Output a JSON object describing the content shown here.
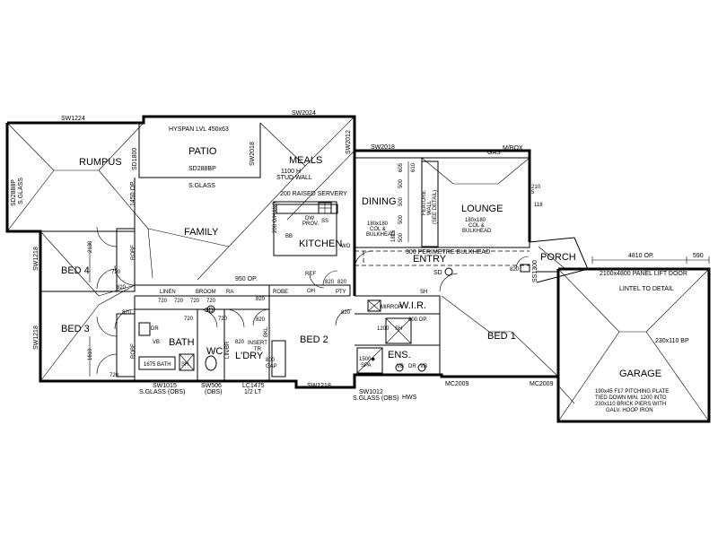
{
  "rooms": {
    "rumpus": "RUMPUS",
    "patio": "PATIO",
    "meals": "MEALS",
    "family": "FAMILY",
    "kitchen": "KITCHEN",
    "dining": "DINING",
    "lounge": "LOUNGE",
    "entry": "ENTRY",
    "porch": "PORCH",
    "bed4": "BED 4",
    "bed3": "BED 3",
    "bath": "BATH",
    "wc": "WC",
    "ldry": "L'DRY",
    "bed2": "BED 2",
    "wir": "W.I.R.",
    "ens": "ENS.",
    "bed1": "BED 1",
    "garage": "GARAGE"
  },
  "windows": {
    "sw1224": "SW1224",
    "sw2024": "SW2024",
    "sw2018_top": "SW2018",
    "sw2018_mid": "SW2018",
    "sw2012": "SW2012",
    "sd1800": "SD1800",
    "sd2888p_left": "SD2888P",
    "sd2888p_left_glass": "S.GLASS",
    "sd2888p_patio": "SD288BP",
    "s_glass_patio": "S.GLASS",
    "sw1218_a": "SW1218",
    "sw1218_b": "SW1218",
    "sw1015": "SW1015",
    "sw1015_glass": "S.GLASS (OBS)",
    "sw506": "SW506",
    "sw506_obs": "(OBS)",
    "lc1475": "LC1475",
    "lc1475_lt": "1/2 LT",
    "sw1218_c": "SW1218",
    "sw1012": "SW1012",
    "sw1012_glass": "S.GLASS (OBS)",
    "hws": "HWS",
    "mc2009_a": "MC2009",
    "mc2009_b": "MC2009",
    "ss1300": "SS1300"
  },
  "notes": {
    "hyspan": "HYSPAN LVL 450x63",
    "stud_wall_1": "1100 H",
    "stud_wall_2": "STUD WALL",
    "raised_servery": "200 RAISED SERVERY",
    "gas": "GAS",
    "mbox": "M/BOX",
    "feature_wall_1": "FEATURE",
    "feature_wall_2": "WALL",
    "feature_wall_3": "(SEE DETAIL)",
    "col_left_1": "180x180",
    "col_left_2": "COL &",
    "col_left_3": "BULKHEAD",
    "col_right_1": "180x180",
    "col_right_2": "COL &",
    "col_right_3": "BULKHEAD",
    "perimetre": "300 PERIMETRE BULKHEAD",
    "sd_entry": "SD",
    "sd_hall": "SD",
    "op_4810": "4810 OP.",
    "dim_590": "590",
    "panel_door": "2100x4800 PANEL LIFT DOOR",
    "lintel": "LINTEL TO DETAIL",
    "bp_230": "230x110 BP",
    "garage_note_1": "190x45 F17 PITCHING PLATE",
    "garage_note_2": "TIED DOWN MIN. 1200 INTO",
    "garage_note_3": "230x110 BRICK PIERS WITH",
    "garage_note_4": "GALV. HOOP IRON",
    "op_950": "950 OP.",
    "op_1450": "1450 OP.",
    "op_200": "200 O/HANG",
    "dw": "DW",
    "prov": "PROV.",
    "ss": "SS",
    "wo": "WO",
    "bb": "BB",
    "ref": "REF",
    "pty": "PTY",
    "oh": "OH",
    "sh_top": "SH",
    "sh_shower": "SH",
    "dim_1200_shower": "1200",
    "robe_bed4": "ROBE",
    "robe_bed3": "ROBE",
    "robe_bed2": "ROBE",
    "linen": "LINEN",
    "broom": "BROOM",
    "ra": "RA",
    "d_720_1": "720",
    "d_720_2": "720",
    "d_720_3": "720",
    "d_720_4": "720",
    "d_720_5": "720",
    "d_720_6": "720",
    "d_720_7": "720",
    "d_720_8": "720",
    "d_820_1": "820",
    "d_820_2": "820",
    "d_820_3": "820",
    "d_820_4": "820",
    "d_820_5": "820",
    "d_820_6": "820",
    "d_820_7": "820",
    "d_820_8": "820",
    "d_820_9": "820",
    "d_800": "800 OP.",
    "dim_2130": "2130",
    "dim_1610": "1610",
    "dr": "DR",
    "vb_bath": "VB",
    "bath_675": "1675 BATH",
    "sh_bath": "SH",
    "lin_br": "LIN/BR",
    "insert_tr": "INSERT",
    "insert_tr2": "TR",
    "bkl": "BKL",
    "gap_800": "800",
    "gap_800b": "GAP",
    "wir_mirror": "MIRROR",
    "spa_1500": "1500◆",
    "spa": "SPA",
    "vb_ens_1": "VB",
    "vb_ens_2": "VB",
    "dr_ens": "DR",
    "dim_2100_w": "210",
    "dim_500_a": "500",
    "dim_500_b": "500",
    "dim_500_c": "500",
    "dim_500_d": "500",
    "dim_605": "605",
    "dim_610": "610",
    "dim_1815": "1815",
    "dim_118": "118",
    "dim_5": "5"
  }
}
